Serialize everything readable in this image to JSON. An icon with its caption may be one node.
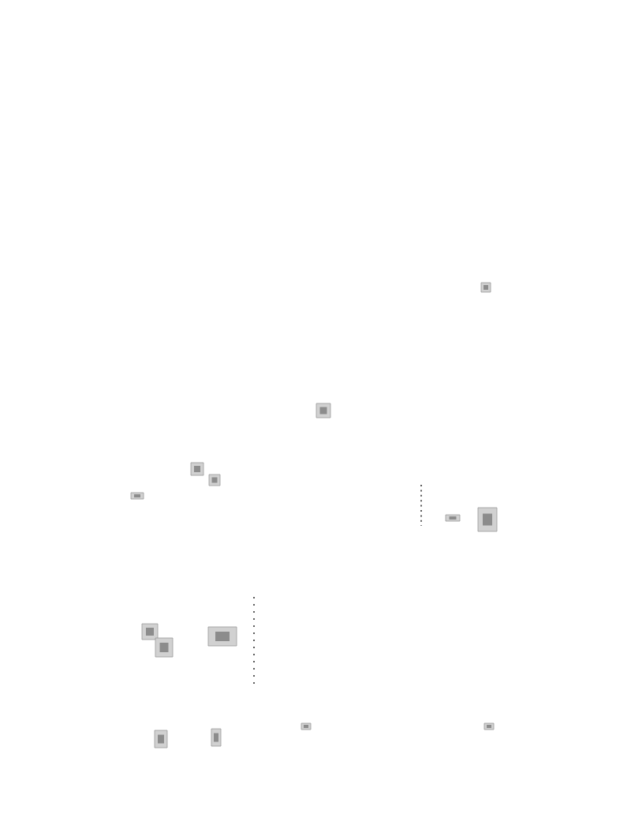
{
  "diagram": {
    "nodes": [
      {
        "text": [],
        "shape": "picture"
      },
      {
        "text": [],
        "shape": "picture"
      },
      {
        "text": [],
        "shape": "picture"
      },
      {
        "text": [],
        "shape": "picture"
      },
      {
        "text": [],
        "shape": "picture"
      },
      {
        "text": [],
        "shape": "picture"
      },
      {
        "text": [],
        "shape": "picture"
      },
      {
        "text": [],
        "shape": "picture"
      },
      {
        "text": [],
        "shape": "picture"
      },
      {
        "text": [],
        "shape": "picture"
      },
      {
        "text": [],
        "shape": "picture"
      },
      {
        "text": [],
        "shape": "picture"
      },
      {
        "text": [],
        "shape": "picture"
      },
      {
        "text": [],
        "shape": "picture"
      }
    ]
  }
}
